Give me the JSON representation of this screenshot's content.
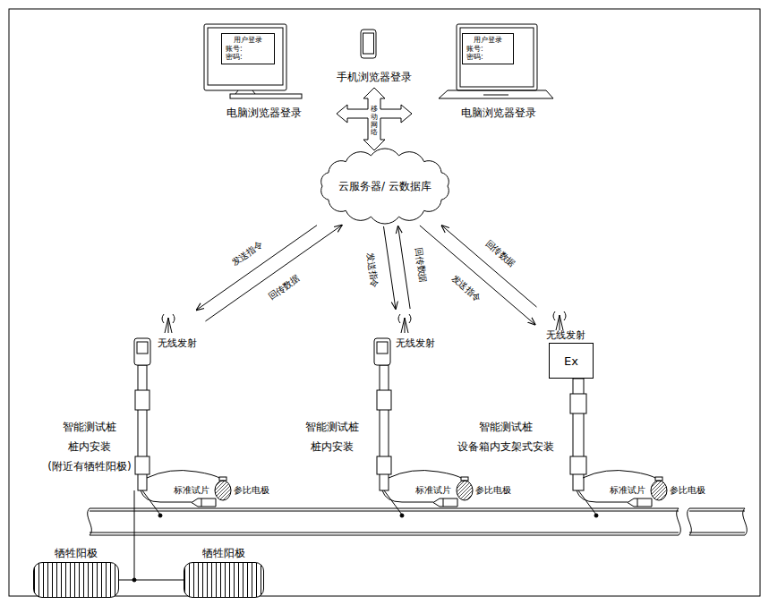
{
  "diagram": {
    "nodes": [
      {
        "text": [
          "用户登录",
          "账号:",
          "密码:"
        ]
      },
      {
        "text": [
          "用户登录",
          "账号:",
          "密码:"
        ]
      },
      {
        "text": [
          "移动网络"
        ]
      },
      {
        "text": [
          "云服务器/ 云数据库"
        ]
      },
      {
        "text": [
          "无线发射"
        ]
      },
      {
        "text": [
          "无线发射"
        ]
      },
      {
        "text": [
          "无线发射"
        ]
      },
      {
        "text": [
          "Ex"
        ],
        "in": 6
      },
      {
        "text": [
          "牺牲阳极"
        ]
      },
      {
        "text": [
          "牺牲阳极"
        ]
      }
    ],
    "edges": [
      {
        "from": 4,
        "to": 3,
        "label": "回传数据",
        "arrow": "to"
      },
      {
        "from": 3,
        "to": 4,
        "label": "发送指令",
        "arrow": "to"
      },
      {
        "from": 5,
        "to": 3,
        "label": "回传数据",
        "arrow": "to"
      },
      {
        "from": 3,
        "to": 5,
        "label": "发送指令",
        "arrow": "to"
      },
      {
        "from": 6,
        "to": 3,
        "label": "回传数据",
        "arrow": "to"
      },
      {
        "from": 3,
        "to": 6,
        "label": "发送指令",
        "arrow": "to"
      }
    ],
    "labels": [
      "电脑浏览器登录",
      "手机浏览器登录",
      "电脑浏览器登录",
      "智能测试桩 桩内安装 (附近有牺牲阳极)",
      "智能测试桩 桩内安装",
      "智能测试桩 设备箱内支架式安装",
      "标准试片",
      "参比电极",
      "标准试片",
      "参比电极",
      "标准试片",
      "参比电极"
    ]
  }
}
